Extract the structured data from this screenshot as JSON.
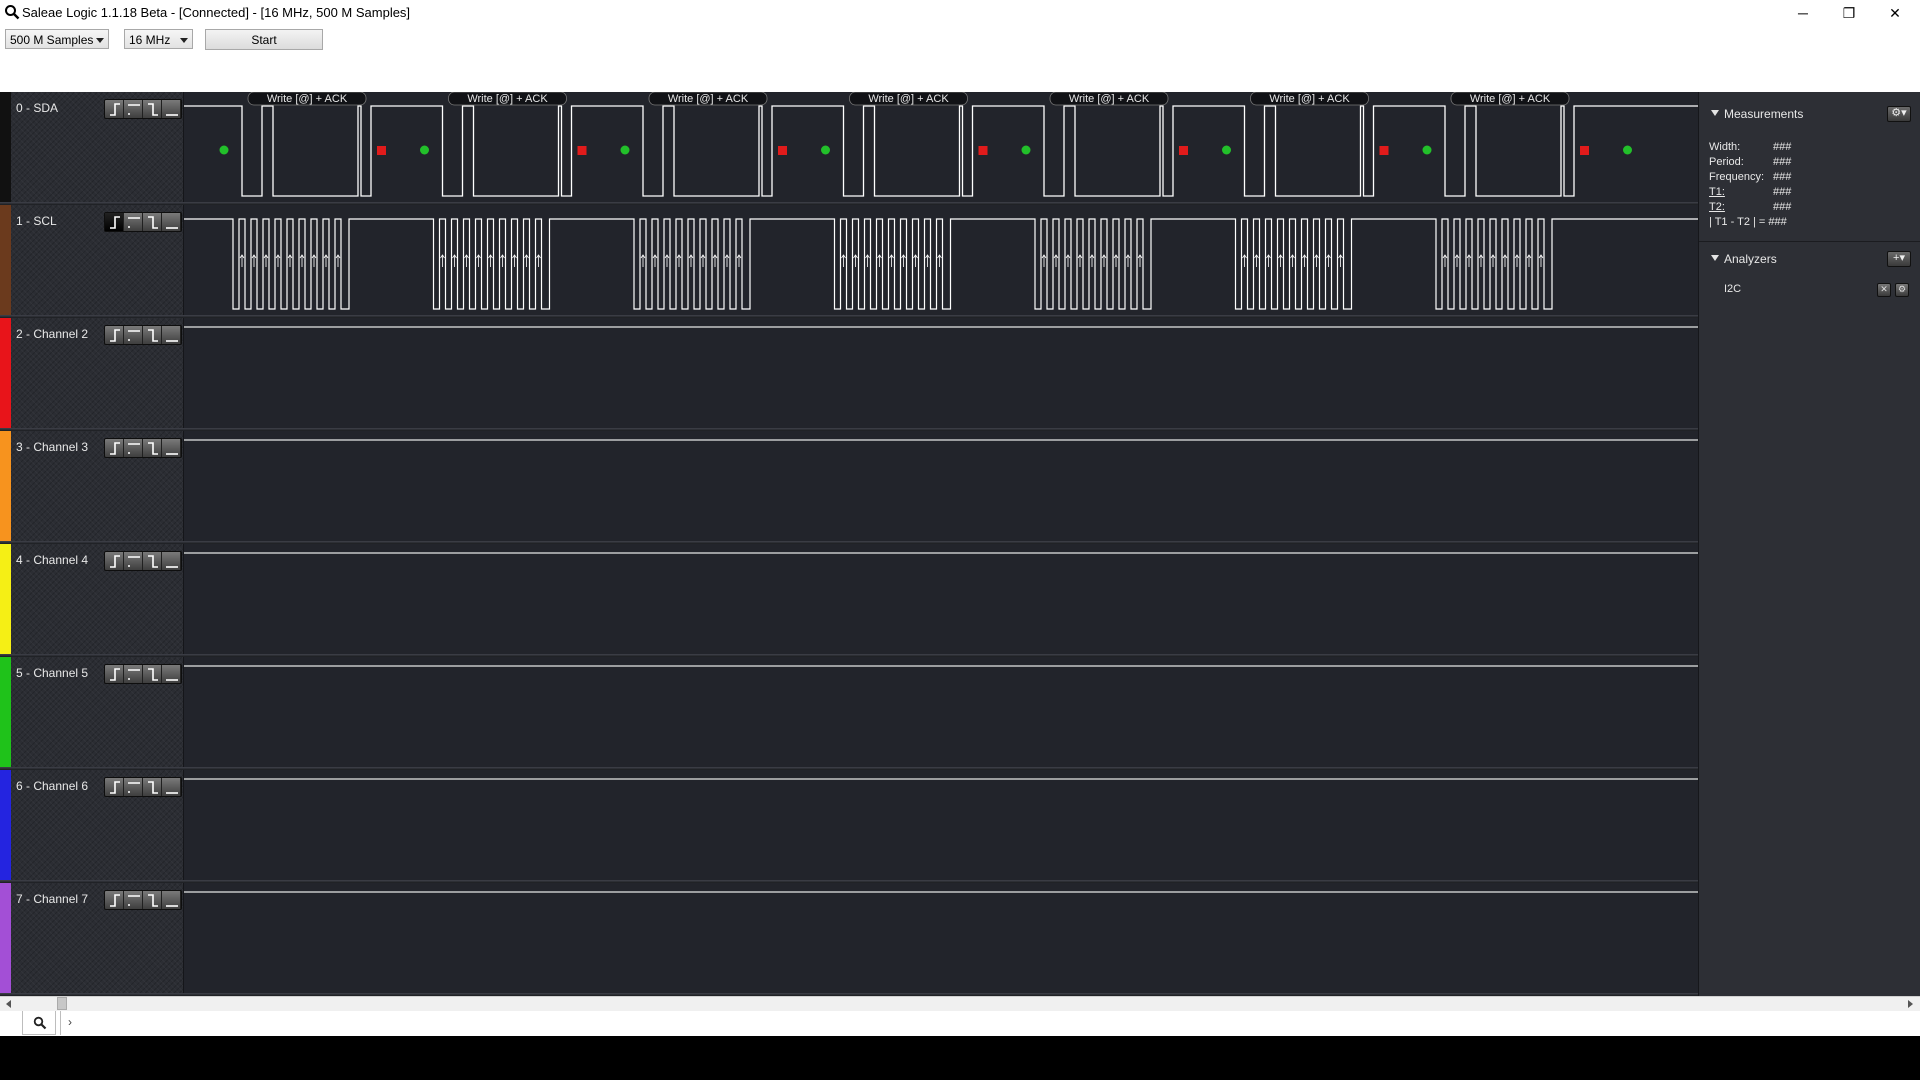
{
  "window": {
    "title": "Saleae Logic 1.1.18 Beta - [Connected] - [16 MHz, 500 M Samples]",
    "minimize_glyph": "─",
    "restore_glyph": "❐",
    "close_glyph": "✕"
  },
  "toolbar": {
    "samples_value": "500 M Samples",
    "rate_value": "16 MHz",
    "start_label": "Start"
  },
  "channels": [
    {
      "name": "0 - SDA",
      "color": "#111111"
    },
    {
      "name": "1 - SCL",
      "color": "#6b3a1d"
    },
    {
      "name": "2 - Channel 2",
      "color": "#e8141a"
    },
    {
      "name": "3 - Channel 3",
      "color": "#f7931e"
    },
    {
      "name": "4 - Channel 4",
      "color": "#f5ef15"
    },
    {
      "name": "5 - Channel 5",
      "color": "#1fc21a"
    },
    {
      "name": "6 - Channel 6",
      "color": "#2424e0"
    },
    {
      "name": "7 - Channel 7",
      "color": "#a34fd6"
    }
  ],
  "decode": {
    "frame_label": "Write [@] + ACK",
    "frame_count": 7
  },
  "measurements": {
    "title": "Measurements",
    "gear_glyph": "⚙▾",
    "width_label": "Width:",
    "width_value": "###",
    "period_label": "Period:",
    "period_value": "###",
    "frequency_label": "Frequency:",
    "frequency_value": "###",
    "t1_label": "T1:",
    "t1_value": "###",
    "t2_label": "T2:",
    "t2_value": "###",
    "delta_label": "| T1 - T2 | =",
    "delta_value": "###"
  },
  "analyzers": {
    "title": "Analyzers",
    "add_glyph": "+▾",
    "items": [
      {
        "name": "I2C",
        "remove_glyph": "✕",
        "settings_glyph": "⚙"
      }
    ]
  },
  "bottom": {
    "more_glyph": "›"
  }
}
